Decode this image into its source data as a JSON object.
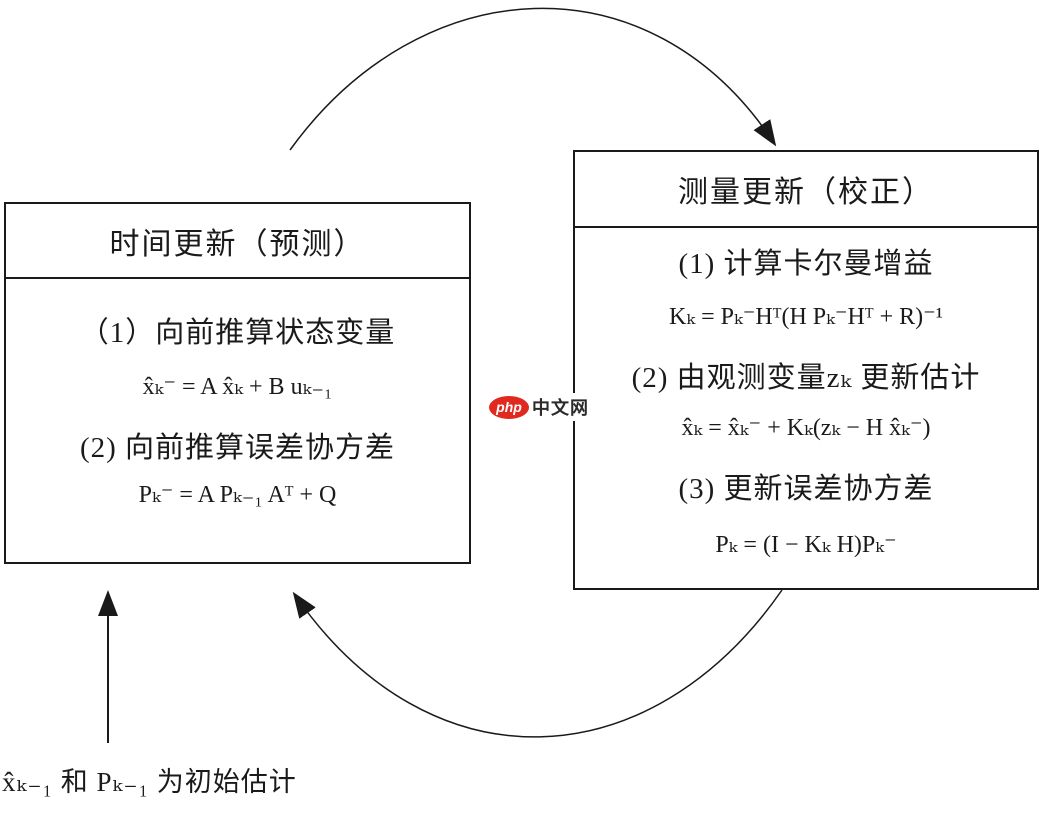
{
  "diagram": {
    "title_hint": "Kalman filter predict–correct cycle",
    "colors": {
      "line": "#1a1a1a",
      "text": "#1a1a1a",
      "background": "#ffffff",
      "logo_red": "#e02a1f"
    },
    "left_box": {
      "title": "时间更新（预测）",
      "items": [
        {
          "label": "（1）向前推算状态变量",
          "equation": "x̂ₖ⁻ = A x̂ₖ + B uₖ₋₁"
        },
        {
          "label": "(2) 向前推算误差协方差",
          "equation": "Pₖ⁻ = A Pₖ₋₁ Aᵀ + Q"
        }
      ]
    },
    "right_box": {
      "title": "测量更新（校正）",
      "items": [
        {
          "label": "(1) 计算卡尔曼增益",
          "equation": "Kₖ = Pₖ⁻Hᵀ(H Pₖ⁻Hᵀ + R)⁻¹"
        },
        {
          "label": "(2) 由观测变量zₖ 更新估计",
          "equation": "x̂ₖ = x̂ₖ⁻ + Kₖ(zₖ − H x̂ₖ⁻)"
        },
        {
          "label": "(3) 更新误差协方差",
          "equation": "Pₖ = (I − Kₖ H)Pₖ⁻"
        }
      ]
    },
    "footnote": "x̂ₖ₋₁ 和 Pₖ₋₁ 为初始估计",
    "watermark": {
      "logo_text": "php",
      "site_text": "中文网"
    }
  }
}
